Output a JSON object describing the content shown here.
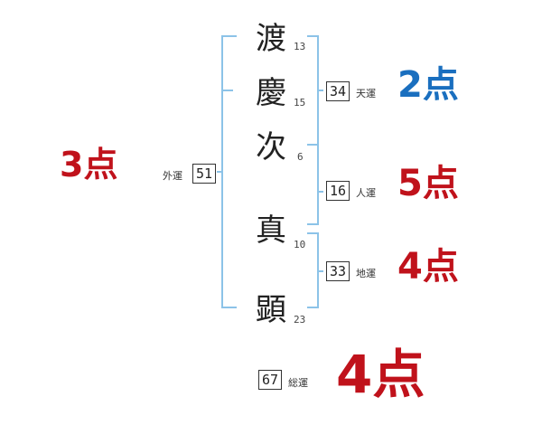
{
  "kanji": [
    {
      "char": "渡",
      "strokes": "13"
    },
    {
      "char": "慶",
      "strokes": "15"
    },
    {
      "char": "次",
      "strokes": "6"
    },
    {
      "char": "真",
      "strokes": "10"
    },
    {
      "char": "顕",
      "strokes": "23"
    }
  ],
  "gaiun": {
    "label": "外運",
    "value": "51",
    "score": "3点"
  },
  "tenun": {
    "label": "天運",
    "value": "34",
    "score": "2点"
  },
  "jinun": {
    "label": "人運",
    "value": "16",
    "score": "5点"
  },
  "chiun": {
    "label": "地運",
    "value": "33",
    "score": "4点"
  },
  "souun": {
    "label": "総運",
    "value": "67",
    "score": "4点"
  },
  "colors": {
    "bracket": "#8cc3e8",
    "score_red": "#c0121b",
    "score_blue": "#1a6fbf",
    "text": "#222222"
  }
}
